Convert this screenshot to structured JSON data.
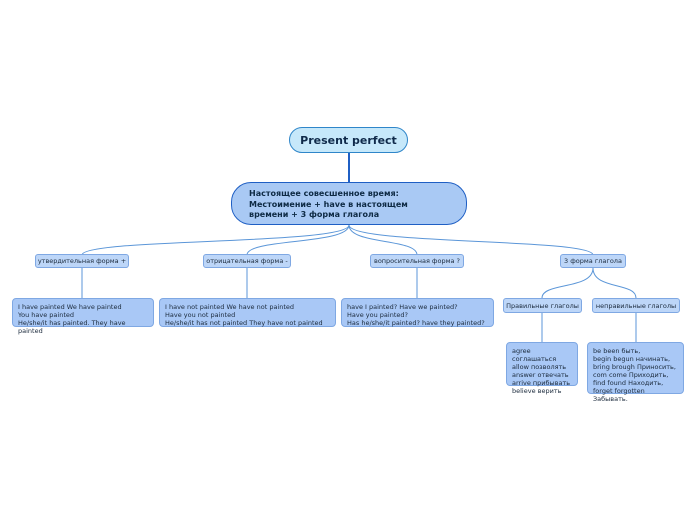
{
  "root": {
    "label": "Present perfect"
  },
  "main": {
    "text": "Настоящее совесшенное время:\nМестоимение + have в настоящем\nвремени + 3 форма глагола"
  },
  "categories": [
    {
      "label": "утвердительная форма +"
    },
    {
      "label": "отрицательная форма -"
    },
    {
      "label": "вопросительная форма ?"
    },
    {
      "label": "3 форма глагола"
    }
  ],
  "examples": {
    "affirmative": "I have painted      We have painted\n            You have painted\nHe/she/it has painted. They have painted",
    "negative": "I have not painted    We have not painted\n                  Have you not painted\nHe/she/it has not painted      They have not painted",
    "question": "have I painted?          Have we painted?\n                 Have you painted?\nHas he/she/it painted?     have they painted?"
  },
  "verb_groups": [
    {
      "label": "Правильные глаголы"
    },
    {
      "label": "неправильные глаголы"
    }
  ],
  "verb_lists": {
    "regular": "agree соглашаться\nallow позволять\nanswer отвечать\narrive прибывать\nbelieve верить",
    "irregular": "be been быть,\n begin begun начинать,\n bring brough Приносить,\ncom come Приходить,\nfind found  Находить,\nforget forgotten Забывать."
  }
}
